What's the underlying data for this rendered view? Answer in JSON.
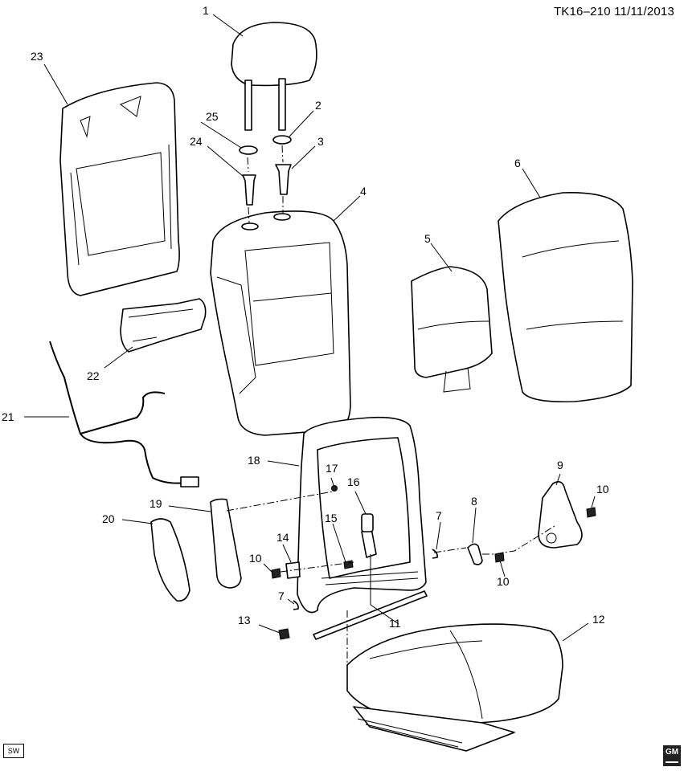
{
  "header": {
    "diagram_id": "TK16–210",
    "date": "11/11/2013"
  },
  "callouts": {
    "c1": "1",
    "c2": "2",
    "c3": "3",
    "c4": "4",
    "c5": "5",
    "c6": "6",
    "c7a": "7",
    "c7b": "7",
    "c8": "8",
    "c9": "9",
    "c10a": "10",
    "c10b": "10",
    "c10c": "10",
    "c11": "11",
    "c12": "12",
    "c13": "13",
    "c14": "14",
    "c15": "15",
    "c16": "16",
    "c17": "17",
    "c18": "18",
    "c19": "19",
    "c20": "20",
    "c21": "21",
    "c22": "22",
    "c23": "23",
    "c24": "24",
    "c25": "25"
  },
  "footer": {
    "sw_label": "SW",
    "logo_text": "GM"
  }
}
